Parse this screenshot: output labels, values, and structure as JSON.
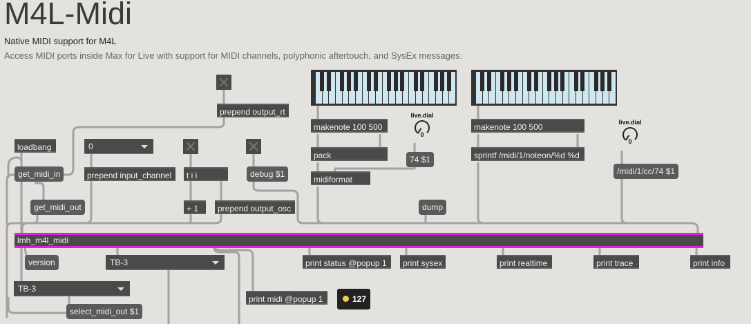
{
  "header": {
    "title": "M4L-Midi",
    "subtitle": "Native MIDI support for M4L",
    "description": "Access MIDI ports inside Max for Live with support for MIDI channels, polyphonic aftertouch, and SysEx messages."
  },
  "objects": {
    "prepend_output_rt": "prepend output_rt",
    "loadbang": "loadbang",
    "channel_menu": "0",
    "get_midi_in": "get_midi_in",
    "prepend_input_channel": "prepend input_channel",
    "t_ii": "t i i",
    "debug": "debug $1",
    "get_midi_out": "get_midi_out",
    "plus1": "+ 1",
    "prepend_output_osc": "prepend output_osc",
    "makenote1": "makenote 100 500",
    "pack": "pack",
    "msg74": "74 $1",
    "midiformat": "midiformat",
    "dial1_label": "live.dial",
    "dial1_value": "0",
    "makenote2": "makenote 100 500",
    "sprintf": "sprintf /midi/1/noteon/%d %d",
    "dial2_label": "live.dial",
    "dial2_value": "0",
    "cc_msg": "/midi/1/cc/74 $1",
    "dump": "dump",
    "main": "lmh_m4l_midi",
    "version": "version",
    "out_menu": "TB-3",
    "print_status": "print status @popup 1",
    "print_sysex": "print sysex",
    "print_realtime": "print realtime",
    "print_trace": "print trace",
    "print_info": "print info",
    "in_menu": "TB-3",
    "print_midi": "print midi @popup 1",
    "comment_value": "127",
    "select_midi_out": "select_midi_out $1"
  },
  "colors": {
    "background": "#e3e2de",
    "object": "#4a4a4a",
    "highlight": "#e020e0",
    "keys": "#cfe7ee"
  }
}
